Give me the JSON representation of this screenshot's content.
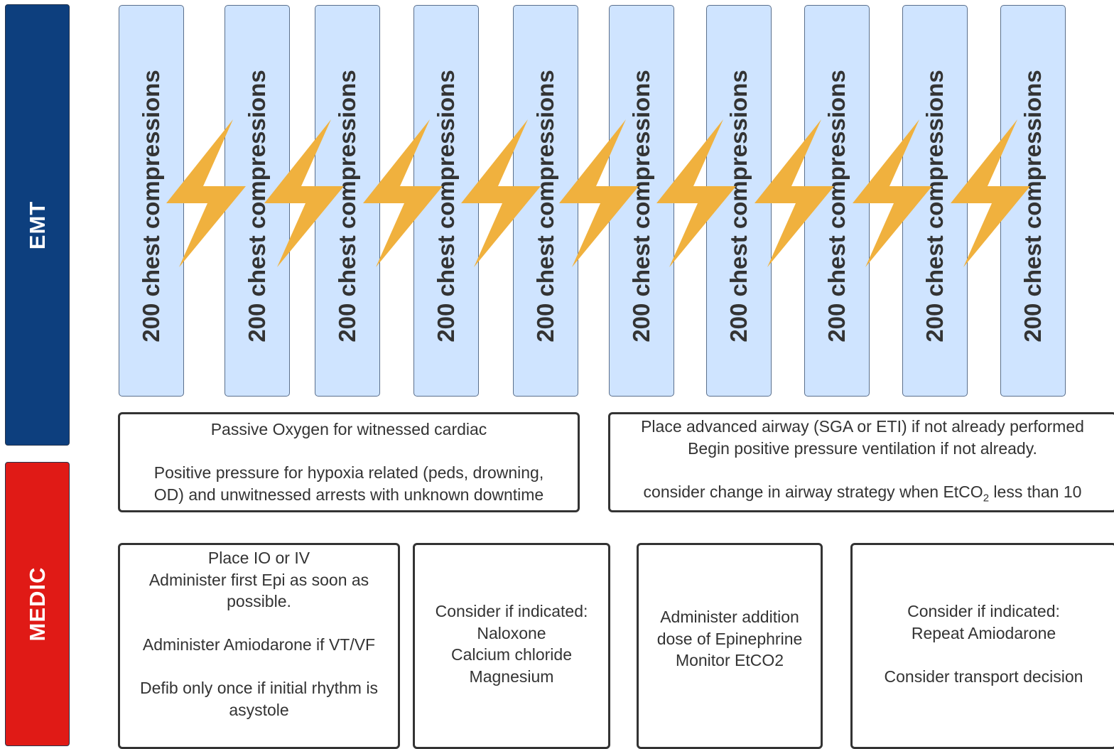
{
  "colors": {
    "emt_lane": "#0d3f7e",
    "medic_lane": "#e01a16",
    "compression_fill": "#cfe4ff",
    "bolt": "#f0b13e"
  },
  "lanes": {
    "emt": "EMT",
    "medic": "MEDIC"
  },
  "compressions": [
    "200 chest compressions",
    "200 chest compressions",
    "200 chest compressions",
    "200 chest compressions",
    "200 chest compressions",
    "200 chest compressions",
    "200 chest compressions",
    "200 chest compressions",
    "200 chest compressions",
    "200 chest compressions"
  ],
  "shock_icon": "lightning-bolt-icon",
  "emt_boxes": {
    "oxygen": {
      "line1": "Passive Oxygen for witnessed cardiac",
      "line2": "Positive pressure for hypoxia related (peds, drowning,",
      "line3": "OD) and unwitnessed arrests with unknown downtime"
    },
    "airway": {
      "line1": "Place advanced airway (SGA or ETI) if not already performed",
      "line2": "Begin positive pressure ventilation if not already.",
      "line3_pre": "consider change in airway strategy when EtCO",
      "line3_sub": "2",
      "line3_post": " less than 10"
    }
  },
  "medic_boxes": {
    "access": {
      "line1": "Place IO or IV",
      "line2": "Administer first Epi as soon as",
      "line3": "possible.",
      "line4": "Administer Amiodarone if VT/VF",
      "line5": "Defib only once if initial rhythm is",
      "line6": "asystole"
    },
    "consider": {
      "line1": "Consider if indicated:",
      "line2": "Naloxone",
      "line3": "Calcium chloride",
      "line4": "Magnesium"
    },
    "epi": {
      "line1": "Administer addition",
      "line2": "dose of Epinephrine",
      "line3": "Monitor EtCO2"
    },
    "repeat": {
      "line1": "Consider if indicated:",
      "line2": "Repeat Amiodarone",
      "line3": "Consider transport decision"
    }
  }
}
